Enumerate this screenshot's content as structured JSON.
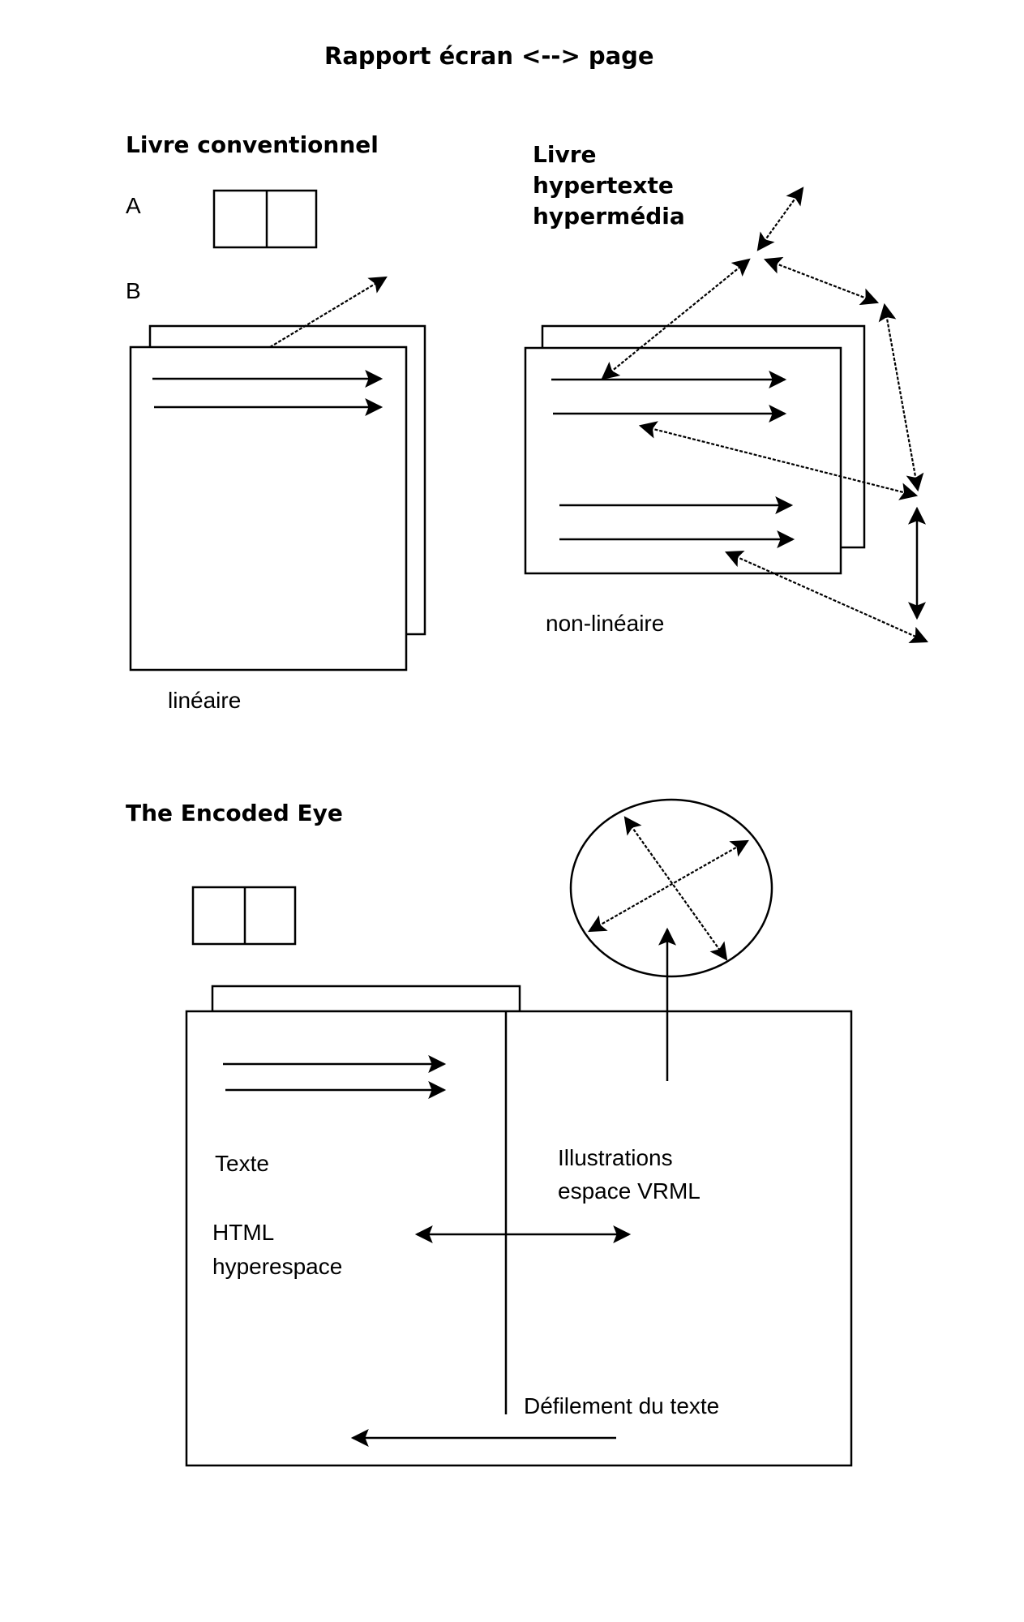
{
  "title": "Rapport écran <--> page",
  "sections": {
    "conventional": {
      "heading": "Livre conventionnel",
      "label_a": "A",
      "label_b": "B",
      "caption": "linéaire"
    },
    "hypertext": {
      "heading_lines": [
        "Livre",
        "hypertexte",
        "hypermédia"
      ],
      "caption": "non-linéaire"
    },
    "encoded_eye": {
      "heading": "The Encoded Eye",
      "text_label": "Texte",
      "html_label_lines": [
        "HTML",
        "hyperespace"
      ],
      "illustrations_label_lines": [
        "Illustrations",
        "espace VRML"
      ],
      "scroll_label": "Défilement du texte"
    }
  },
  "colors": {
    "ink": "#000000",
    "paper": "#ffffff"
  }
}
